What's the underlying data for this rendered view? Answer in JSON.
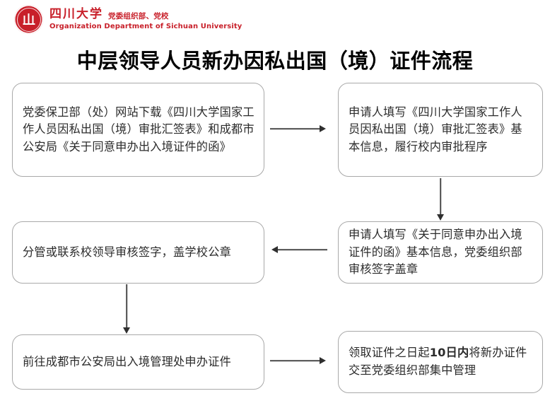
{
  "header": {
    "logo_icon": "sichuan-university-seal-icon",
    "brand_cn": "四川大学",
    "brand_sub_cn": "党委组织部、党校",
    "brand_en": "Organization Department of Sichuan University",
    "brand_color": "#c8202a"
  },
  "title": "中层领导人员新办因私出国（境）证件流程",
  "flow": {
    "border_color": "#a9a9a9",
    "arrow_color": "#2f2f2f",
    "steps": [
      {
        "id": "step-1",
        "text": "党委保卫部（处）网站下载《四川大学国家工作人员因私出国（境）审批汇签表》和成都市公安局《关于同意申办出入境证件的函》"
      },
      {
        "id": "step-2",
        "text": "申请人填写《四川大学国家工作人员因私出国（境）审批汇签表》基本信息，履行校内审批程序"
      },
      {
        "id": "step-3",
        "text": "申请人填写《关于同意申办出入境证件的函》基本信息，党委组织部审核签字盖章"
      },
      {
        "id": "step-4",
        "text": "分管或联系校领导审核签字，盖学校公章"
      },
      {
        "id": "step-5",
        "text": "前往成都市公安局出入境管理处申办证件"
      },
      {
        "id": "step-6",
        "text_part1": "领取证件之日起",
        "text_emphasis": "10日内",
        "text_part2": "将新办证件交至党委组织部集中管理"
      }
    ],
    "connectors": [
      {
        "id": "connector-1",
        "from": "step-1",
        "to": "step-2",
        "direction": "right"
      },
      {
        "id": "connector-2",
        "from": "step-2",
        "to": "step-3",
        "direction": "down"
      },
      {
        "id": "connector-3",
        "from": "step-3",
        "to": "step-4",
        "direction": "left"
      },
      {
        "id": "connector-4",
        "from": "step-4",
        "to": "step-5",
        "direction": "down"
      },
      {
        "id": "connector-5",
        "from": "step-5",
        "to": "step-6",
        "direction": "right"
      }
    ]
  }
}
